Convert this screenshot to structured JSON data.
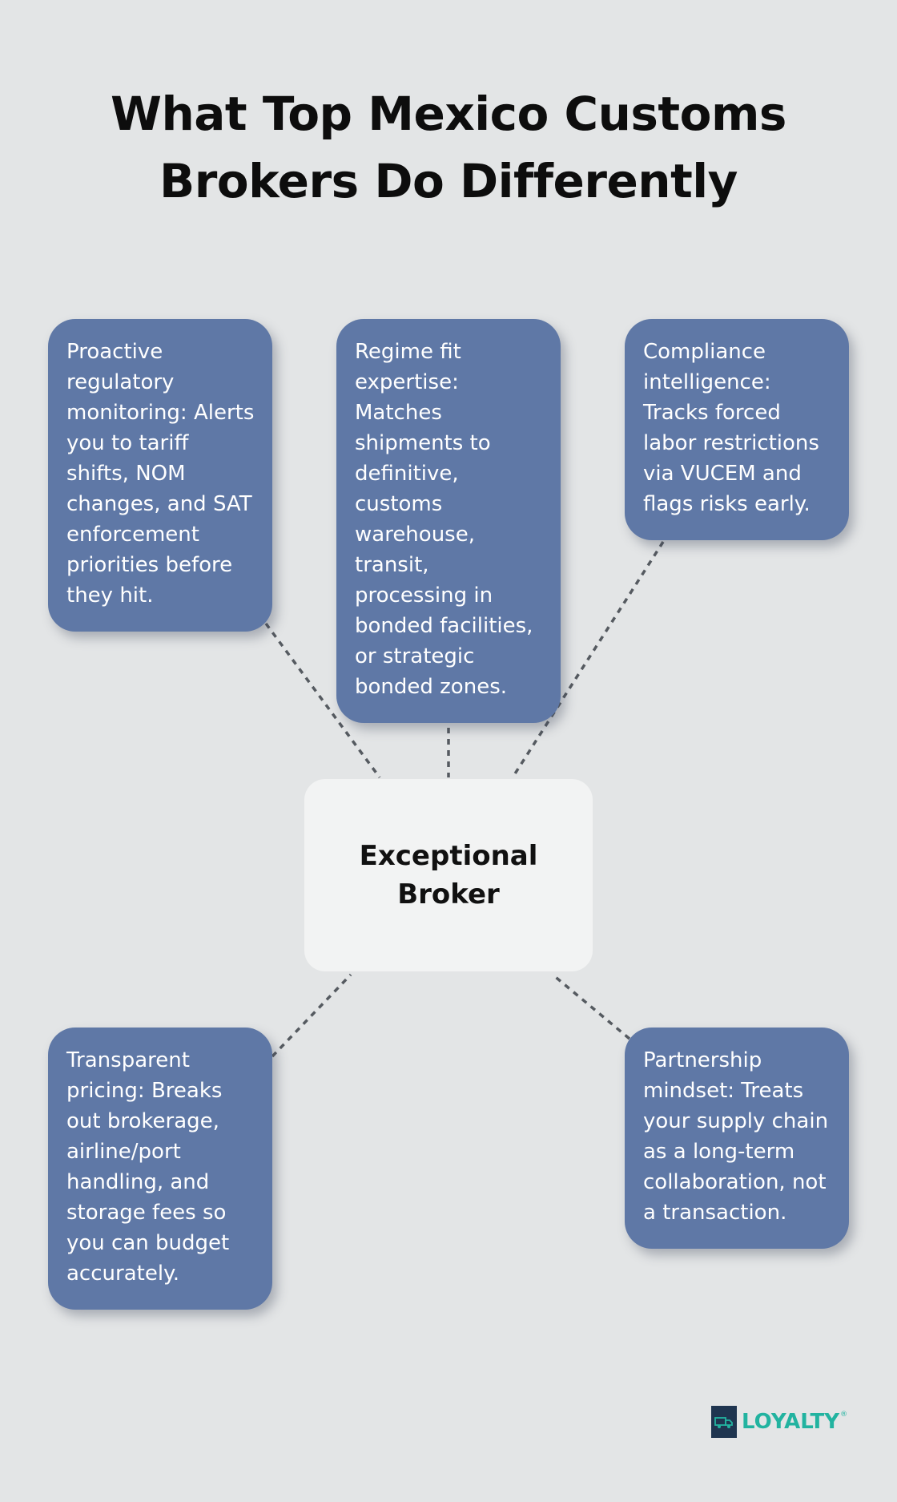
{
  "title": "What Top Mexico Customs Brokers Do Differently",
  "center": {
    "label": "Exceptional Broker"
  },
  "cards": [
    {
      "text": "Proactive regulatory monitoring: Alerts you to tariff shifts, NOM changes, and SAT enforcement priorities before they hit."
    },
    {
      "text": "Regime fit expertise: Matches shipments to definitive, customs warehouse, transit, processing in bonded facilities, or strategic bonded zones."
    },
    {
      "text": "Compliance intelligence: Tracks forced labor restrictions via VUCEM and flags risks early."
    },
    {
      "text": "Transparent pricing: Breaks out brokerage, airline/port handling, and storage fees so you can budget accurately."
    },
    {
      "text": "Partnership mindset: Treats your supply chain as a long-term collaboration, not a transaction."
    }
  ],
  "logo": {
    "text": "LOYALTY",
    "registered": "®",
    "icon": "truck-icon"
  },
  "colors": {
    "background": "#e3e5e6",
    "card": "#5f78a6",
    "center_node": "#f2f3f3",
    "connector": "#555a60",
    "logo_accent": "#22b3a0",
    "logo_mark": "#1f3550"
  }
}
